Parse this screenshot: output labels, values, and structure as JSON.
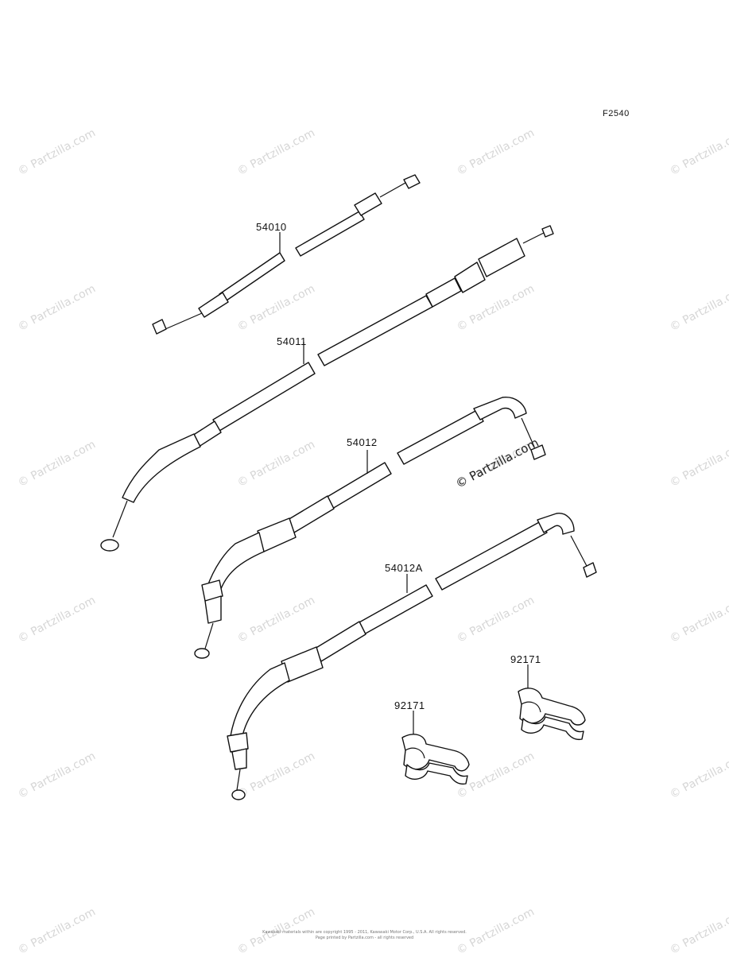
{
  "figure": {
    "id": "F2540"
  },
  "callouts": {
    "p54010": "54010",
    "p54011": "54011",
    "p54012": "54012",
    "p54012a": "54012A",
    "p92171_right": "92171",
    "p92171_left": "92171"
  },
  "watermark": {
    "text": "© Partzilla.com",
    "prominent_text": "© Partzilla.com"
  },
  "footer": {
    "line1": "Kawasaki materials within are copyright 1995 - 2011, Kawasaki Motor Corp., U.S.A. All rights reserved.",
    "line2": "Page printed by Partzilla.com - all rights reserved"
  }
}
